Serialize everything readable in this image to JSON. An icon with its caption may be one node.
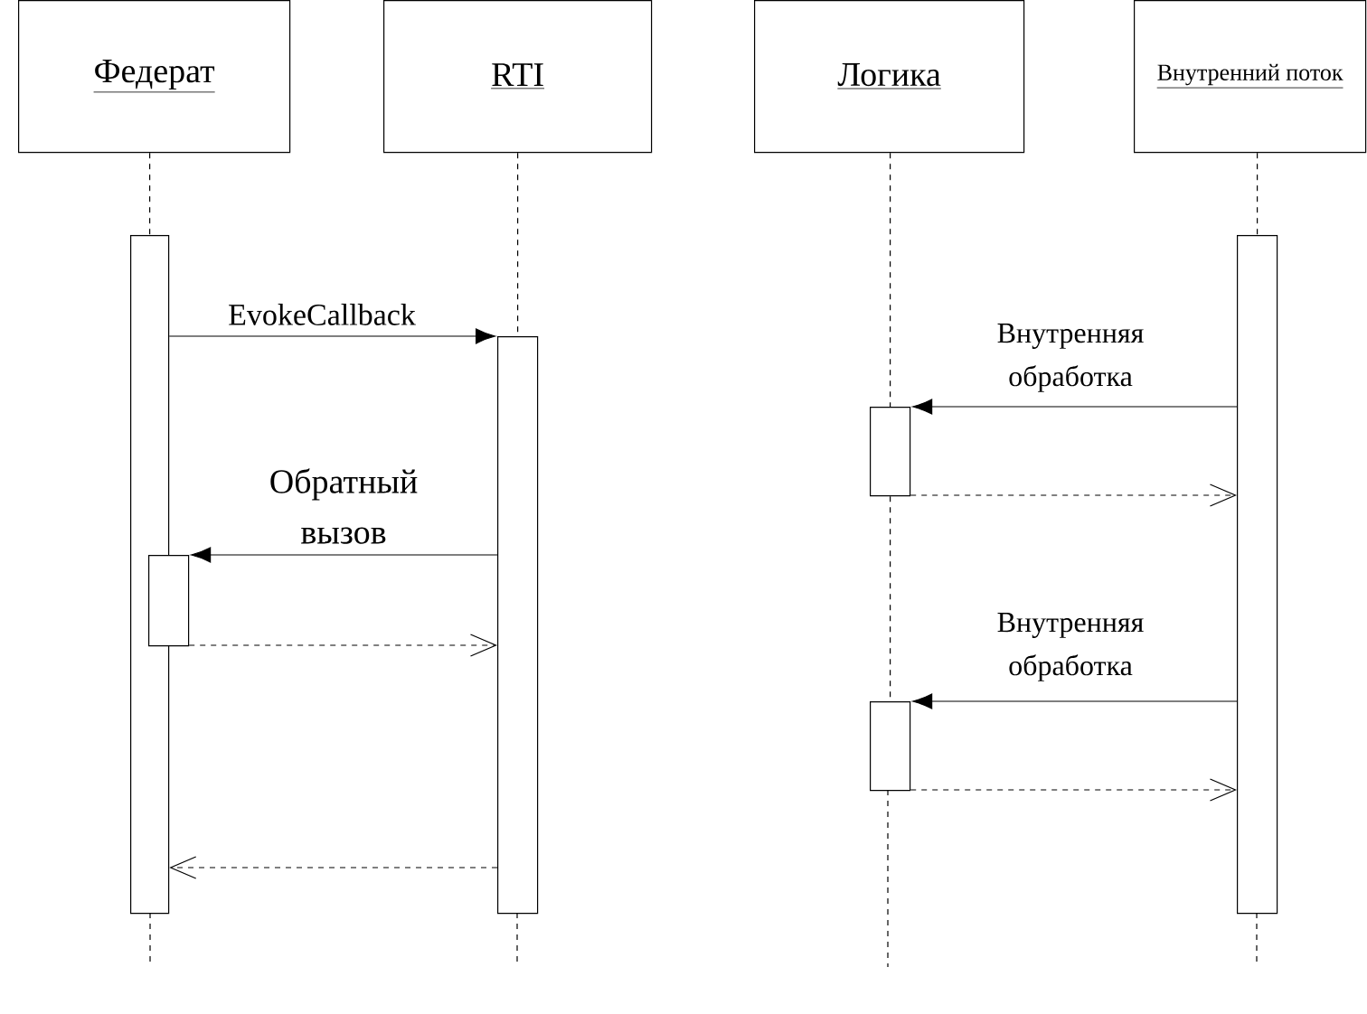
{
  "diagram": {
    "nodes": [
      {
        "text": [
          "Федерат"
        ]
      },
      {
        "text": [
          "RTI"
        ]
      },
      {
        "text": [
          "Логика"
        ]
      },
      {
        "text": [
          "Внутренний поток"
        ]
      },
      {
        "text": [],
        "shape": "bar"
      },
      {
        "text": [],
        "shape": "bar"
      },
      {
        "text": [],
        "shape": "bar"
      },
      {
        "text": [],
        "shape": "bar"
      },
      {
        "text": [],
        "shape": "bar"
      },
      {
        "text": [],
        "shape": "bar"
      }
    ],
    "edges": [
      {
        "from": 0,
        "to": 4,
        "arrow": "none",
        "style": "dashed"
      },
      {
        "from": 1,
        "to": 5,
        "arrow": "none",
        "style": "dashed"
      },
      {
        "from": 2,
        "to": 7,
        "arrow": "none",
        "style": "dashed"
      },
      {
        "from": 7,
        "to": 8,
        "arrow": "none",
        "style": "dashed"
      },
      {
        "from": 3,
        "to": 9,
        "arrow": "none",
        "style": "dashed"
      },
      {
        "from": 4,
        "to": 5,
        "arrow": "to",
        "label": "EvokeCallback"
      },
      {
        "from": 5,
        "to": 6,
        "arrow": "to",
        "label": "Обратный вызов"
      },
      {
        "from": 6,
        "to": 5,
        "arrow": "to",
        "style": "dashed"
      },
      {
        "from": 5,
        "to": 4,
        "arrow": "to",
        "style": "dashed"
      },
      {
        "from": 9,
        "to": 7,
        "arrow": "to",
        "label": "Внутренняя обработка"
      },
      {
        "from": 7,
        "to": 9,
        "arrow": "to",
        "style": "dashed"
      },
      {
        "from": 9,
        "to": 8,
        "arrow": "to",
        "label": "Внутренняя обработка"
      },
      {
        "from": 8,
        "to": 9,
        "arrow": "to",
        "style": "dashed"
      }
    ]
  }
}
